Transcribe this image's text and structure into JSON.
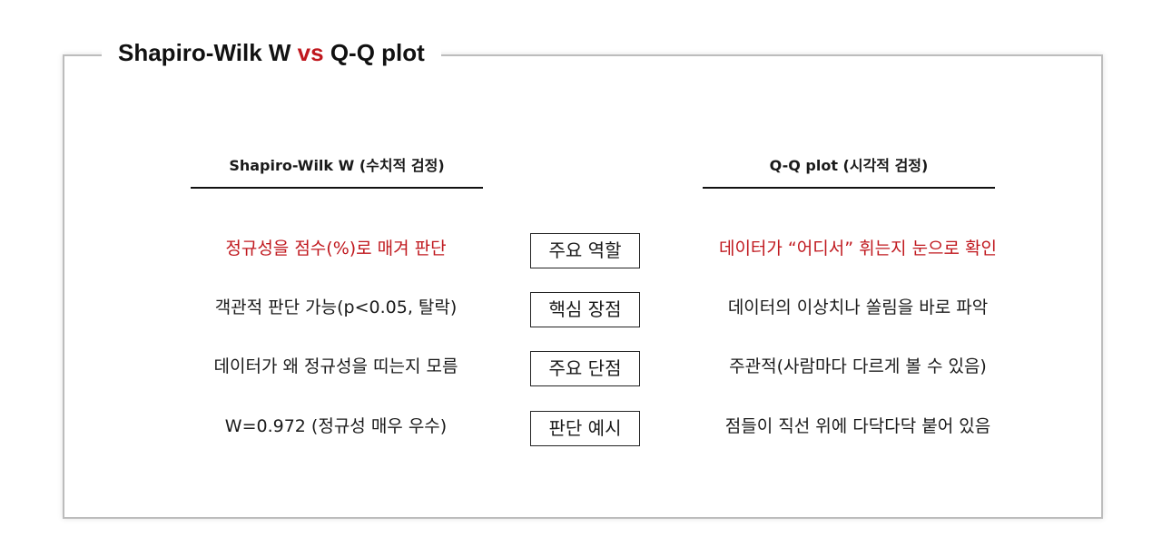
{
  "title": {
    "prefix": "Shapiro-Wilk W",
    "vs": "vs",
    "suffix": "Q-Q plot",
    "vs_color": "#c0181e"
  },
  "columns": {
    "left": "Shapiro-Wilk W (수치적 검정)",
    "right": "Q-Q plot (시각적 검정)"
  },
  "rows": [
    {
      "label": "주요 역할",
      "left": "정규성을 점수(%)로 매겨 판단",
      "right": "데이터가 “어디서” 휘는지 눈으로 확인",
      "accent": true
    },
    {
      "label": "핵심 장점",
      "left": "객관적 판단 가능(p<0.05, 탈락)",
      "right": "데이터의 이상치나 쏠림을 바로 파악",
      "accent": false
    },
    {
      "label": "주요 단점",
      "left": "데이터가 왜 정규성을 띠는지 모름",
      "right": "주관적(사람마다 다르게 볼 수 있음)",
      "accent": false
    },
    {
      "label": "판단 예시",
      "left": "W=0.972 (정규성 매우 우수)",
      "right": "점들이 직선 위에 다닥다닥 붙어 있음",
      "accent": false
    }
  ],
  "colors": {
    "accent": "#c0181e",
    "text": "#1a1a1a",
    "frame": "#bcbcbc"
  }
}
